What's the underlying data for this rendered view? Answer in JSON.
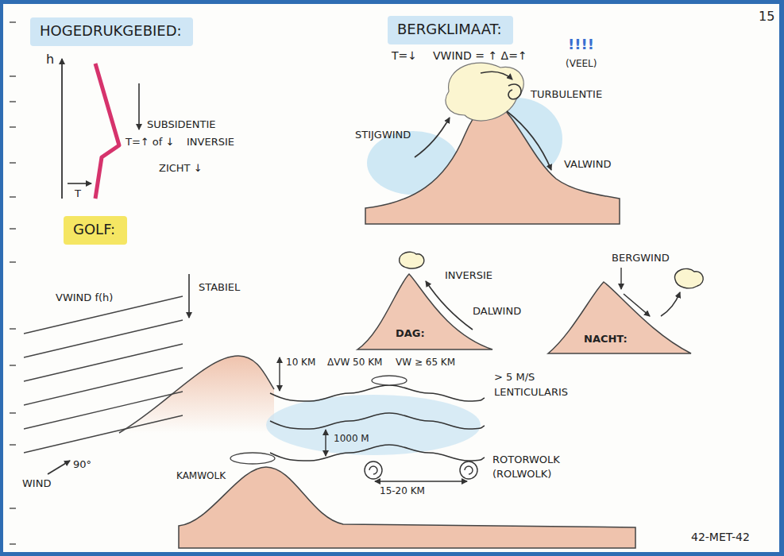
{
  "diagram": {
    "nodes": [
      {
        "text": [
          "HOGEDRUKGEBIED:"
        ]
      },
      {
        "text": [
          "BERGKLIMAAT:"
        ]
      },
      {
        "text": [
          "GOLF:"
        ]
      }
    ],
    "labels": [
      "15",
      "h",
      "SUBSIDENTIE",
      "T=↑ of ↓",
      "INVERSIE",
      "ZICHT ↓",
      "T",
      "T=↓",
      "VWIND = ↑ Δ=↑",
      "!!!!",
      "(VEEL)",
      "STIJGWIND",
      "TURBULENTIE",
      "VALWIND",
      "VWIND f(h)",
      "STABIEL",
      "WIND",
      "90°",
      "INVERSIE",
      "DALWIND",
      "DAG:",
      "BERGWIND",
      "NACHT:",
      "10 KM",
      "ΔVW 50 KM",
      "VW ≥ 65 KM",
      "> 5 M/S",
      "LENTICULARIS",
      "1000 M",
      "ROTORWOLK",
      "(ROLWOLK)",
      "15-20 KM",
      "KAMWOLK",
      "42-MET-42"
    ]
  }
}
